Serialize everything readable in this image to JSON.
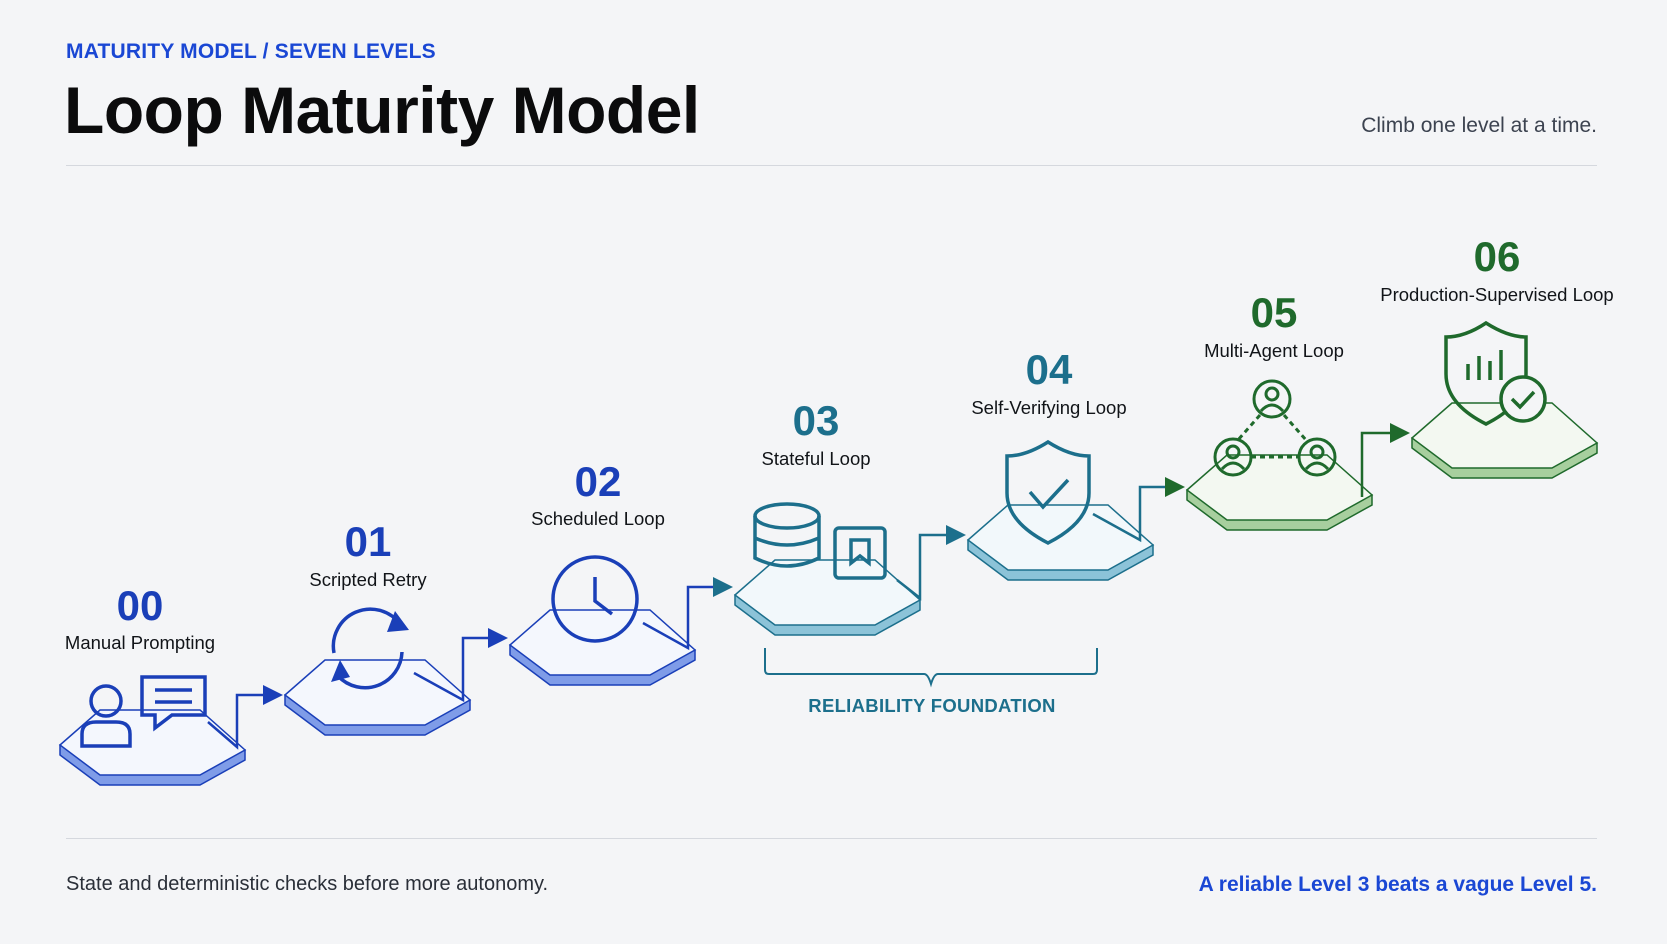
{
  "header": {
    "eyebrow": "MATURITY MODEL / SEVEN LEVELS",
    "title": "Loop Maturity Model",
    "tagline": "Climb one level at a time."
  },
  "levels": [
    {
      "number": "00",
      "name": "Manual Prompting",
      "icon": "person-chat-icon",
      "color": "#1a3fb8"
    },
    {
      "number": "01",
      "name": "Scripted Retry",
      "icon": "refresh-cycle-icon",
      "color": "#1a3fb8"
    },
    {
      "number": "02",
      "name": "Scheduled Loop",
      "icon": "clock-icon",
      "color": "#1a3fb8"
    },
    {
      "number": "03",
      "name": "Stateful Loop",
      "icon": "database-bookmark-icon",
      "color": "#1c6f8c"
    },
    {
      "number": "04",
      "name": "Self-Verifying Loop",
      "icon": "shield-check-icon",
      "color": "#1c6f8c"
    },
    {
      "number": "05",
      "name": "Multi-Agent Loop",
      "icon": "agents-network-icon",
      "color": "#1f6a2c"
    },
    {
      "number": "06",
      "name": "Production-Supervised Loop",
      "icon": "shield-chart-check-icon",
      "color": "#1f6a2c"
    }
  ],
  "band": {
    "label": "RELIABILITY FOUNDATION"
  },
  "footer": {
    "left": "State and deterministic checks before more autonomy.",
    "right": "A reliable Level 3 beats a vague Level 5."
  }
}
